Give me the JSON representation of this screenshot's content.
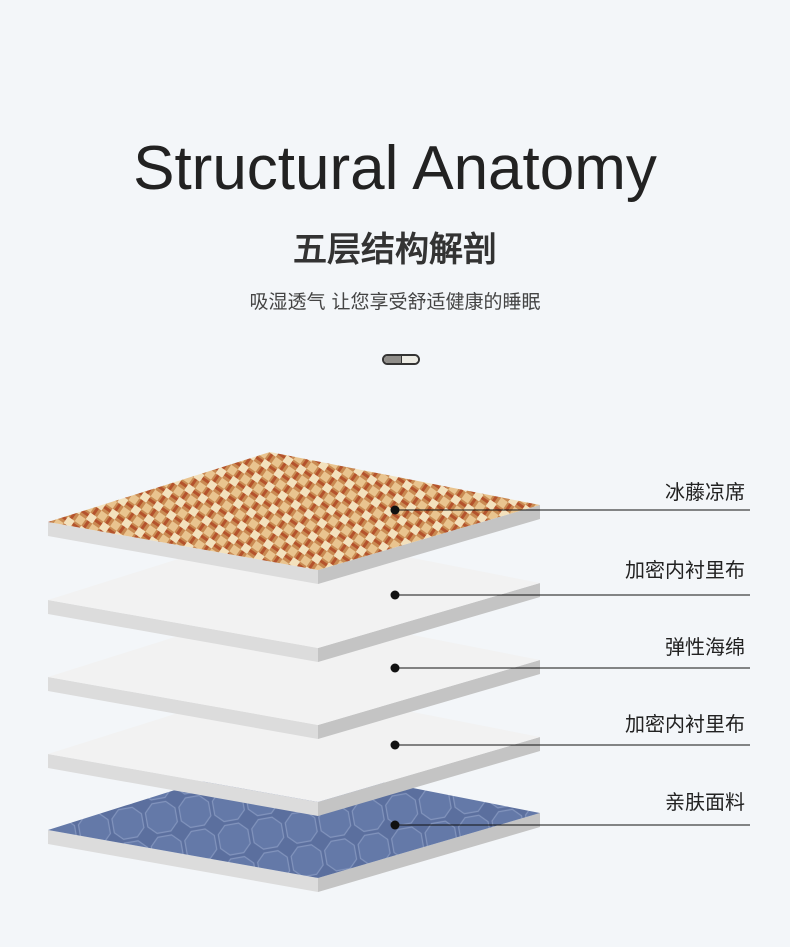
{
  "header": {
    "title": "Structural Anatomy",
    "subtitle": "五层结构解剖",
    "tagline": "吸湿透气 让您享受舒适健康的睡眠"
  },
  "layers": [
    {
      "label": "冰藤凉席",
      "material": "rattan"
    },
    {
      "label": "加密内衬里布",
      "material": "plain"
    },
    {
      "label": "弹性海绵",
      "material": "plain"
    },
    {
      "label": "加密内衬里布",
      "material": "plain"
    },
    {
      "label": "亲肤面料",
      "material": "quilted-blue"
    }
  ],
  "colors": {
    "background": "#f3f6f9",
    "rattan": "#d9a06a",
    "blue": "#5b6f9e",
    "side": "#d6d6d6"
  }
}
